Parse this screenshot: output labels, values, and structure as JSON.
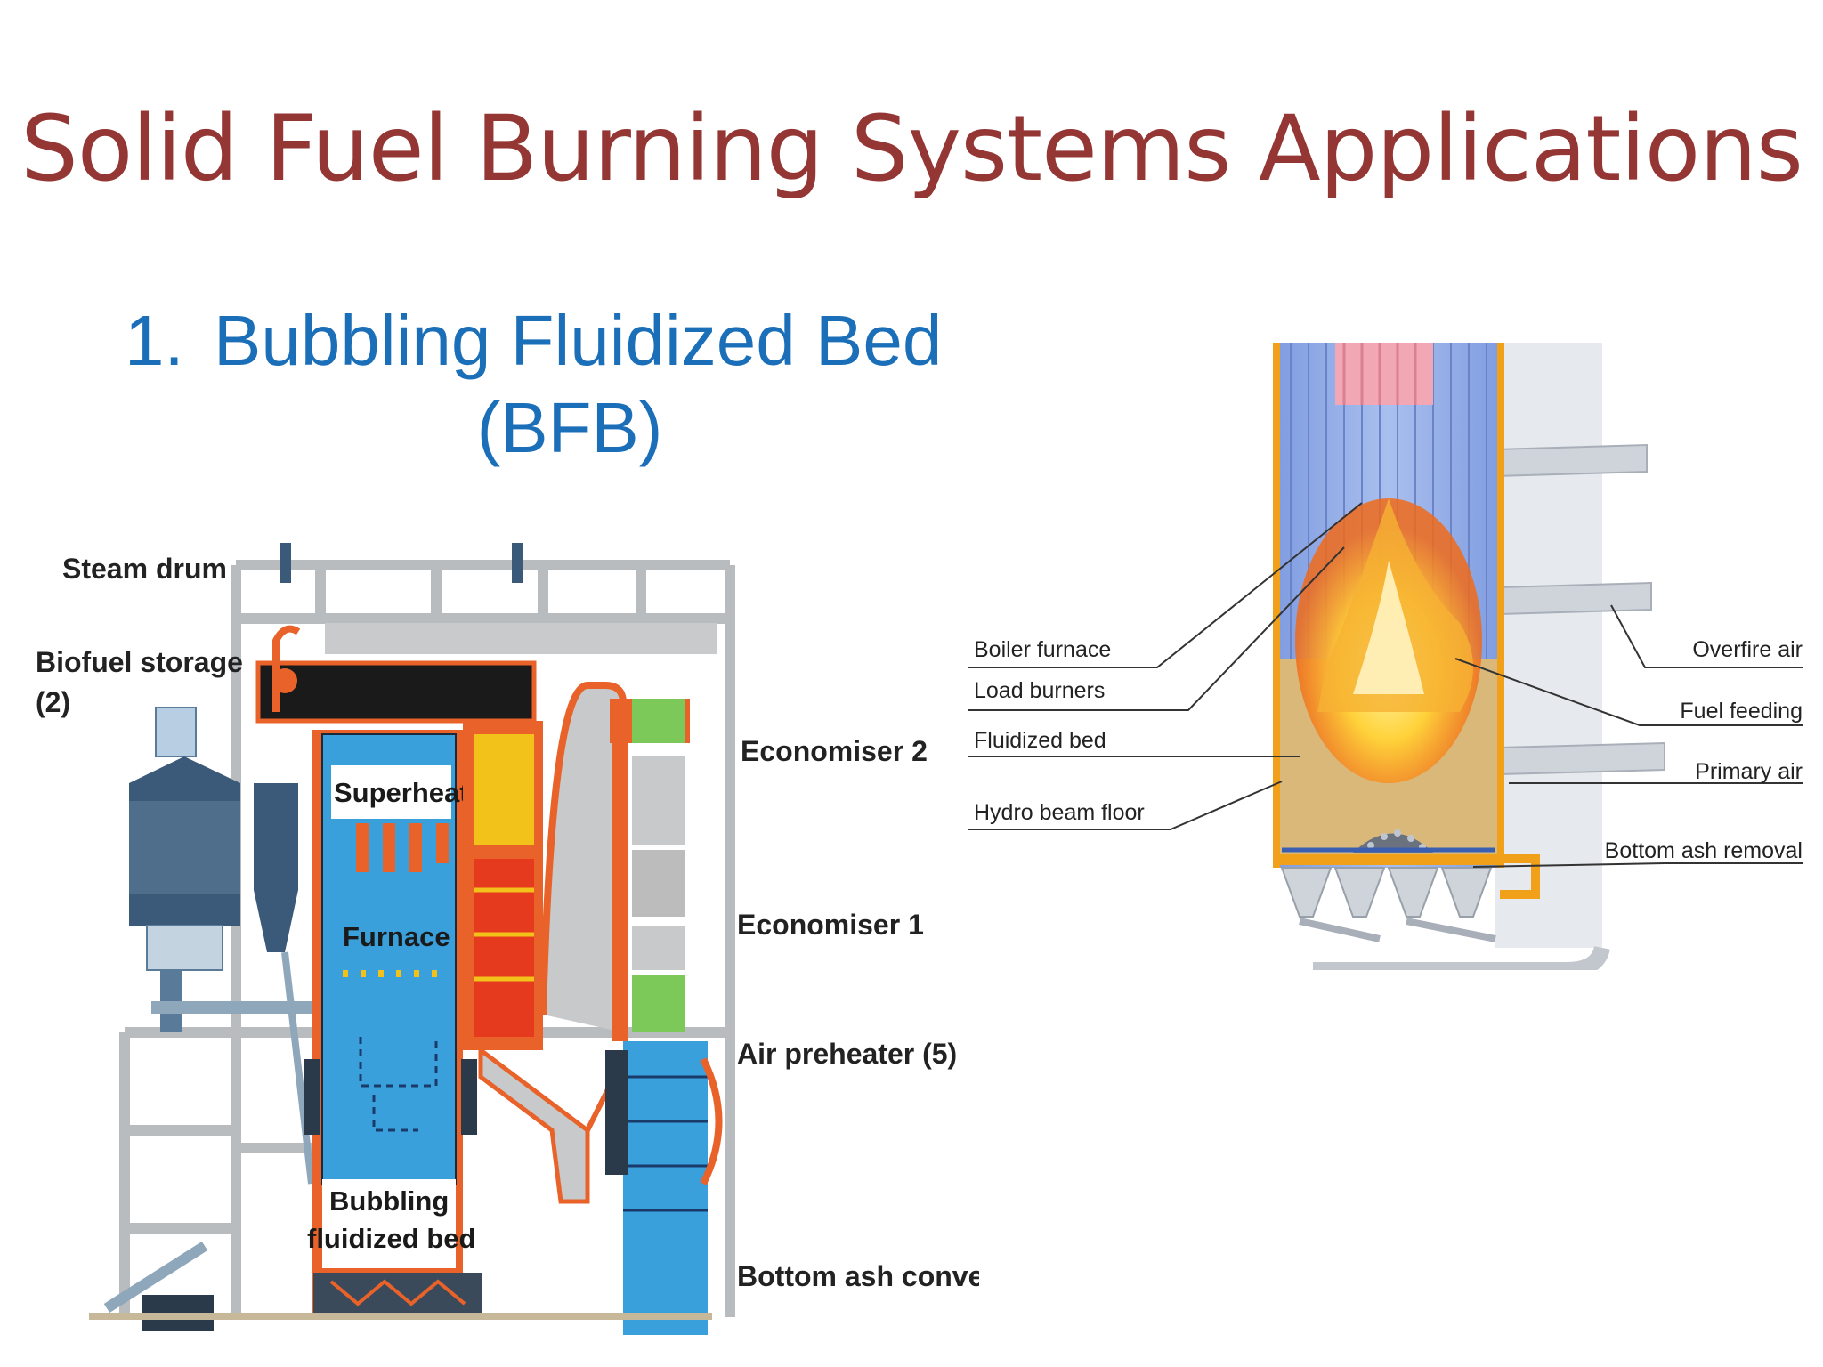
{
  "title": "Solid Fuel Burning Systems Applications",
  "bullet": {
    "number": "1.",
    "text_line1": "Bubbling Fluidized Bed",
    "text_line2": "(BFB)"
  },
  "left_diagram": {
    "labels": {
      "steam_drum": "Steam drum",
      "biofuel_storage_1": "Biofuel storage",
      "biofuel_storage_2": "(2)",
      "superheater": "Superheater",
      "furnace": "Furnace",
      "bubbling_1": "Bubbling",
      "bubbling_2": "fluidized bed",
      "economiser_2": "Economiser 2",
      "economiser_1": "Economiser 1",
      "air_preheater": "Air preheater (5)",
      "bottom_ash_conveyor": "Bottom ash conveyor"
    }
  },
  "right_diagram": {
    "labels": {
      "boiler_furnace": "Boiler furnace",
      "load_burners": "Load burners",
      "fluidized_bed": "Fluidized bed",
      "hydro_beam_floor": "Hydro beam floor",
      "overfire_air": "Overfire air",
      "fuel_feeding": "Fuel feeding",
      "primary_air": "Primary air",
      "bottom_ash_removal": "Bottom ash removal"
    }
  },
  "colors": {
    "title": "#943634",
    "bullet": "#1b6fb8",
    "furnace_blue": "#3aa0dc",
    "pipe_orange": "#e8622a",
    "economiser_green": "#7cc95a",
    "heater_yellow": "#f3c21a",
    "frame_gray": "#b9bcbf"
  }
}
